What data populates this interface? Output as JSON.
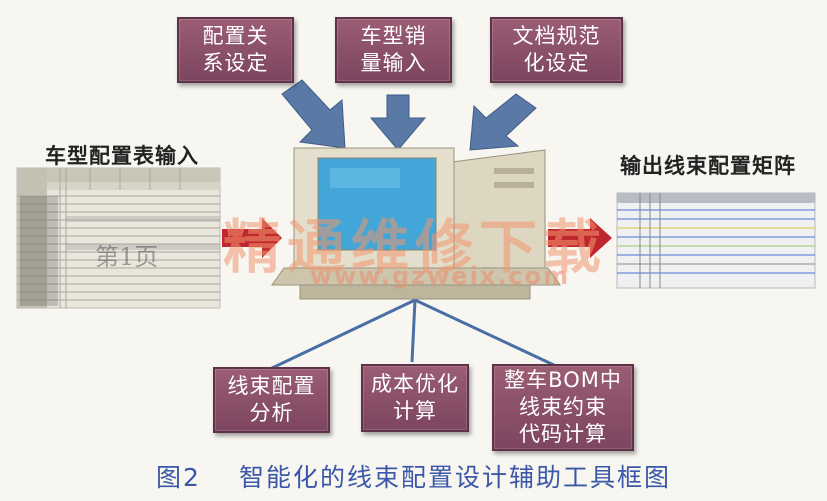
{
  "top_boxes": [
    {
      "text": "配置关\n系设定"
    },
    {
      "text": "车型销\n量输入"
    },
    {
      "text": "文档规范\n化设定"
    }
  ],
  "bottom_boxes": [
    {
      "text": "线束配置\n分析"
    },
    {
      "text": "成本优化\n计算"
    },
    {
      "text": "整车BOM中\n线束约束\n代码计算"
    }
  ],
  "input_label": "车型配置表输入",
  "output_label": "输出线束配置矩阵",
  "page_mark": "第1页",
  "watermark": {
    "text": "精通维修下载",
    "url": "www.gzweix.com"
  },
  "caption": {
    "number": "图2",
    "title": "智能化的线束配置设计辅助工具框图"
  },
  "colors": {
    "box": "#8a4f68",
    "arrow_blue": "#5a79a6",
    "arrow_red": "#c0262e",
    "caption": "#3b57a7"
  }
}
